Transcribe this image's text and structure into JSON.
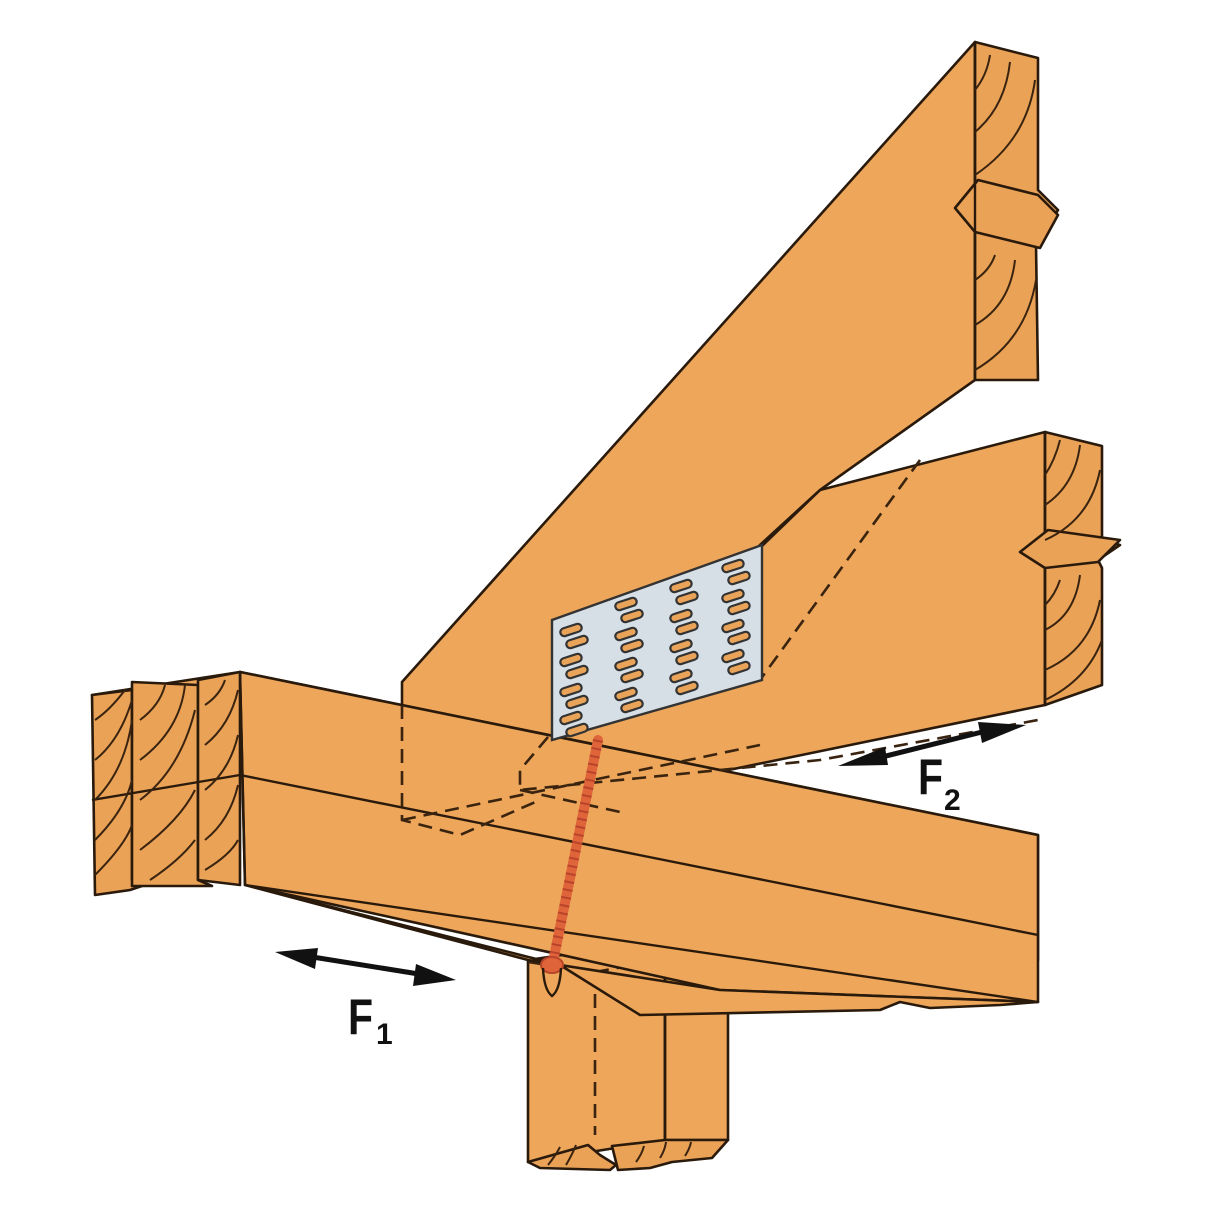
{
  "diagram": {
    "title": "Hip/valley rafter to beam connection with strap plate and structural screw",
    "colors": {
      "wood": "#EDA65A",
      "outline": "#2a1a0c",
      "plate": "#D6DEE6",
      "screw": "#E0643A",
      "arrow": "#111111",
      "background": "#ffffff"
    },
    "components": [
      {
        "id": "upper-rafter",
        "label": "Sloped rafter (upper)"
      },
      {
        "id": "jack-rafter",
        "label": "Horizontal rafter/joist (right)"
      },
      {
        "id": "beam",
        "label": "Built-up beam (3-ply)"
      },
      {
        "id": "post",
        "label": "Post below beam"
      },
      {
        "id": "strap-plate",
        "label": "Perforated strap plate",
        "slot_columns": 4,
        "slots_per_column": [
          8,
          8,
          8,
          8
        ]
      },
      {
        "id": "screw",
        "label": "Structural screw"
      }
    ],
    "forces": [
      {
        "id": "f1",
        "letter": "F",
        "subscript": "1",
        "direction": "bidirectional, along beam"
      },
      {
        "id": "f2",
        "letter": "F",
        "subscript": "2",
        "direction": "bidirectional, along rafter"
      }
    ]
  }
}
